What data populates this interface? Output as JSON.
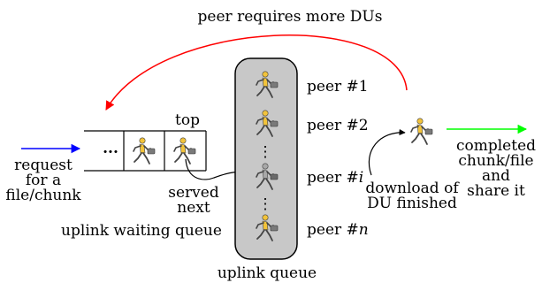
{
  "labels": {
    "loop": "peer requires more DUs",
    "request": [
      "request",
      "for a",
      "file/chunk"
    ],
    "top": "top",
    "served": [
      "served",
      "next"
    ],
    "waiting_queue": "uplink waiting queue",
    "uplink_queue": "uplink queue",
    "download": [
      "download of",
      "DU finished"
    ],
    "completed": [
      "completed",
      "chunk/file",
      "and",
      "share it"
    ],
    "dots": "...",
    "vdots": "⋮"
  },
  "peers": [
    {
      "prefix": "peer #",
      "index": "1"
    },
    {
      "prefix": "peer #",
      "index": "2"
    },
    {
      "prefix": "peer #",
      "index": "i"
    },
    {
      "prefix": "peer #",
      "index": "n"
    }
  ],
  "colors": {
    "request_arrow": "#0000ff",
    "loop_arrow": "#ff0000",
    "completed_arrow": "#00ff00",
    "queue_fill": "#c8c8c8",
    "person_fill": "#f2c33a",
    "person_gray": "#a8a8a8"
  },
  "icons": {
    "person": "walking-person-with-bag-icon"
  }
}
